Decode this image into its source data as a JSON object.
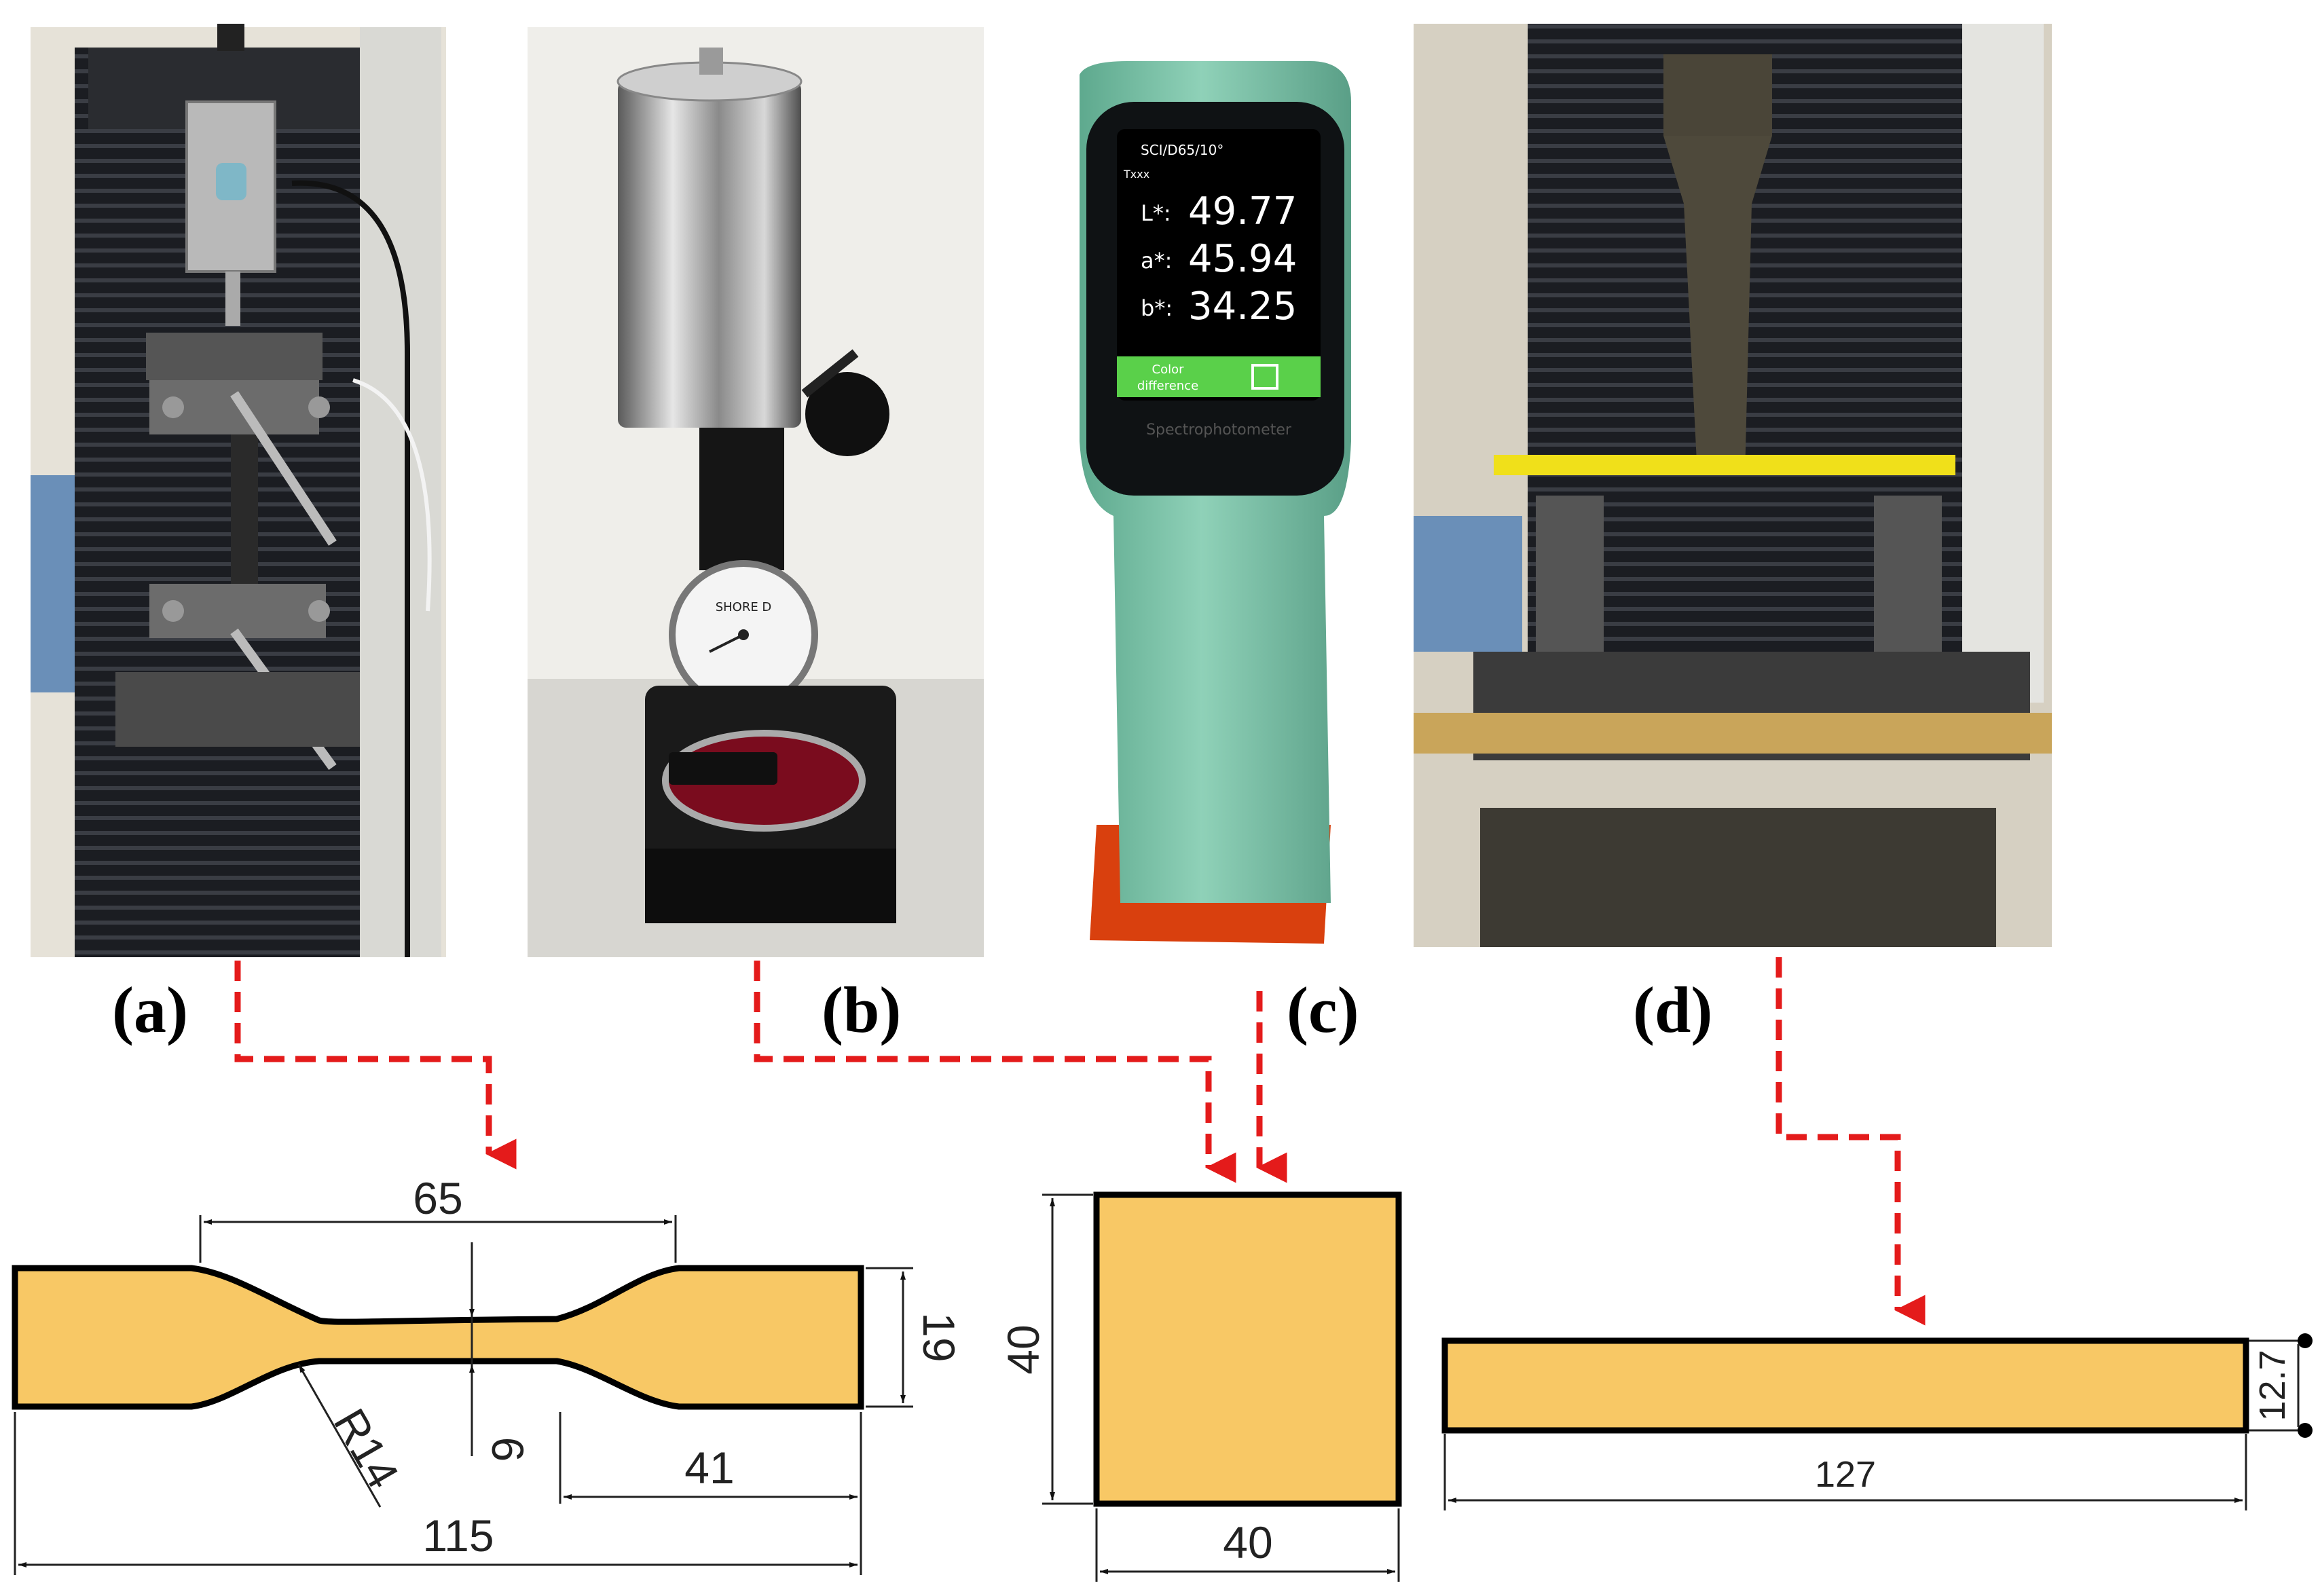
{
  "panels": {
    "a": "(a)",
    "b": "(b)",
    "c": "(c)",
    "d": "(d)"
  },
  "spectrophotometer": {
    "header": "SCI/D65/10°",
    "mode": "Txxx",
    "L_label": "L*:",
    "L_value": "49.77",
    "a_label": "a*:",
    "a_value": "45.94",
    "b_label": "b*:",
    "b_value": "34.25",
    "button_line1": "Color",
    "button_line2": "difference",
    "device_name": "Spectrophotometer"
  },
  "durometer": {
    "dial_label": "SHORE D"
  },
  "dog_bone": {
    "gauge_length": "65",
    "overall_length": "115",
    "grip_length": "41",
    "radius": "R14",
    "neck_width": "6",
    "end_width": "19"
  },
  "square": {
    "height": "40",
    "width": "40"
  },
  "bar": {
    "length": "127",
    "thickness": "12.7"
  },
  "colors": {
    "specimen_fill": "#f8c865",
    "arrow_red": "#e41b1b",
    "spectro_body": "#7fc4a9",
    "screen_button_green": "#5ad04a"
  }
}
